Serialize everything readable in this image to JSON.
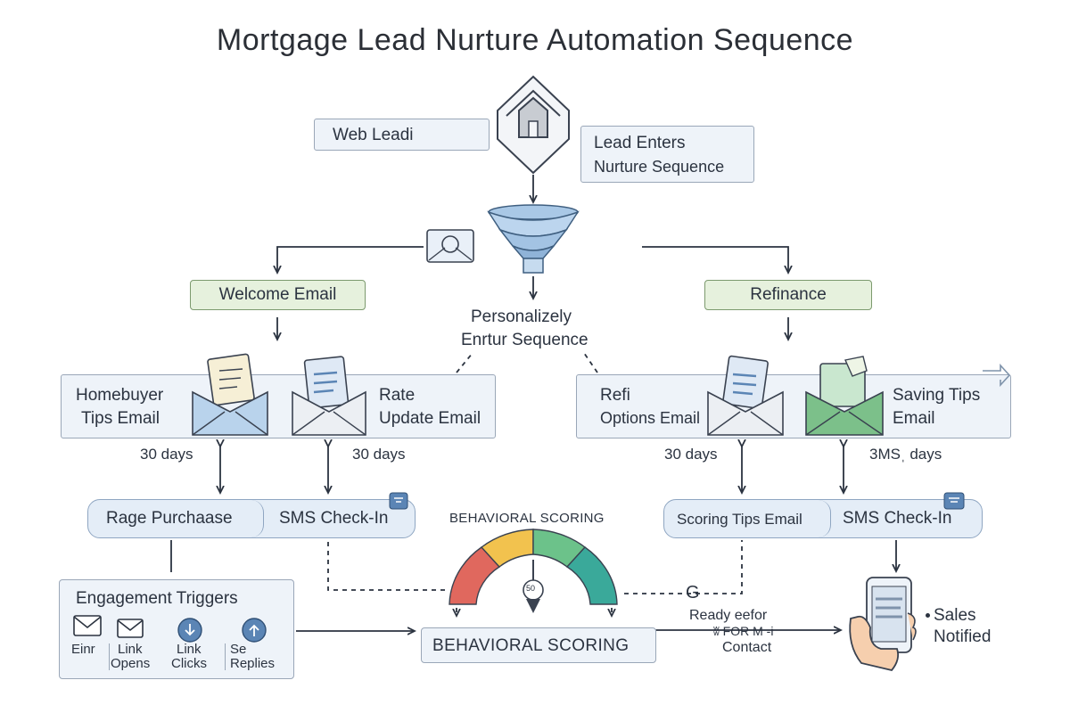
{
  "title": "Mortgage Lead Nurture Automation Sequence",
  "top": {
    "web_lead": "Web Leadi",
    "lead_enters_line1": "Lead Enters",
    "lead_enters_line2": "Nurture Sequence"
  },
  "branches": {
    "welcome": "Welcome Email",
    "refinance": "Refinance",
    "center_line1": "Personalizely",
    "center_line2": "Enrtur Sequence"
  },
  "emails": {
    "homebuyer_line1": "Homebuyer",
    "homebuyer_line2": "Tips Email",
    "rate_line1": "Rate",
    "rate_line2": "Update Email",
    "refi_line1": "Refi",
    "refi_line2": "Options Email",
    "saving_line1": "Saving Tips",
    "saving_line2": "Email"
  },
  "delays": {
    "d1": "30 days",
    "d2": "30 days",
    "d3": "30 days",
    "d4": "3MSˌ days"
  },
  "pills": {
    "rage_purchase": "Rage Purchaase",
    "sms_left": "SMS Check-In",
    "scoring_tips": "Scoring Tips Email",
    "sms_right": "SMS Check-In"
  },
  "scoring": {
    "gauge_title": "BEHAVIORAL SCORING",
    "gauge_value": "50",
    "box_label": "BEHAVIORAL SCORING"
  },
  "triggers": {
    "title": "Engagement Triggers",
    "items": [
      {
        "label1": "Einr",
        "label2": "",
        "icon": "envelope-icon"
      },
      {
        "label1": "Link",
        "label2": "Opens",
        "icon": "envelope-icon"
      },
      {
        "label1": "Link",
        "label2": "Clicks",
        "icon": "link-icon"
      },
      {
        "label1": "Se",
        "label2": "Replies",
        "icon": "reply-icon"
      }
    ]
  },
  "ready": {
    "line1": "Ready eefor",
    "line2": "ʬ FOR M -i",
    "line3": "Contact",
    "g_mark": "G"
  },
  "sales": {
    "line1": "Sales",
    "line2": "Notified"
  },
  "colors": {
    "box_fill": "#eef3f9",
    "green_fill": "#e6f1dd",
    "pill_fill": "#e4edf7",
    "envelope_blue": "#b9d3ec",
    "envelope_green": "#7cc08a",
    "gauge_red": "#e0685e",
    "gauge_yellow": "#f2c24e",
    "gauge_green": "#6cc28a",
    "gauge_teal": "#3aa99a"
  }
}
